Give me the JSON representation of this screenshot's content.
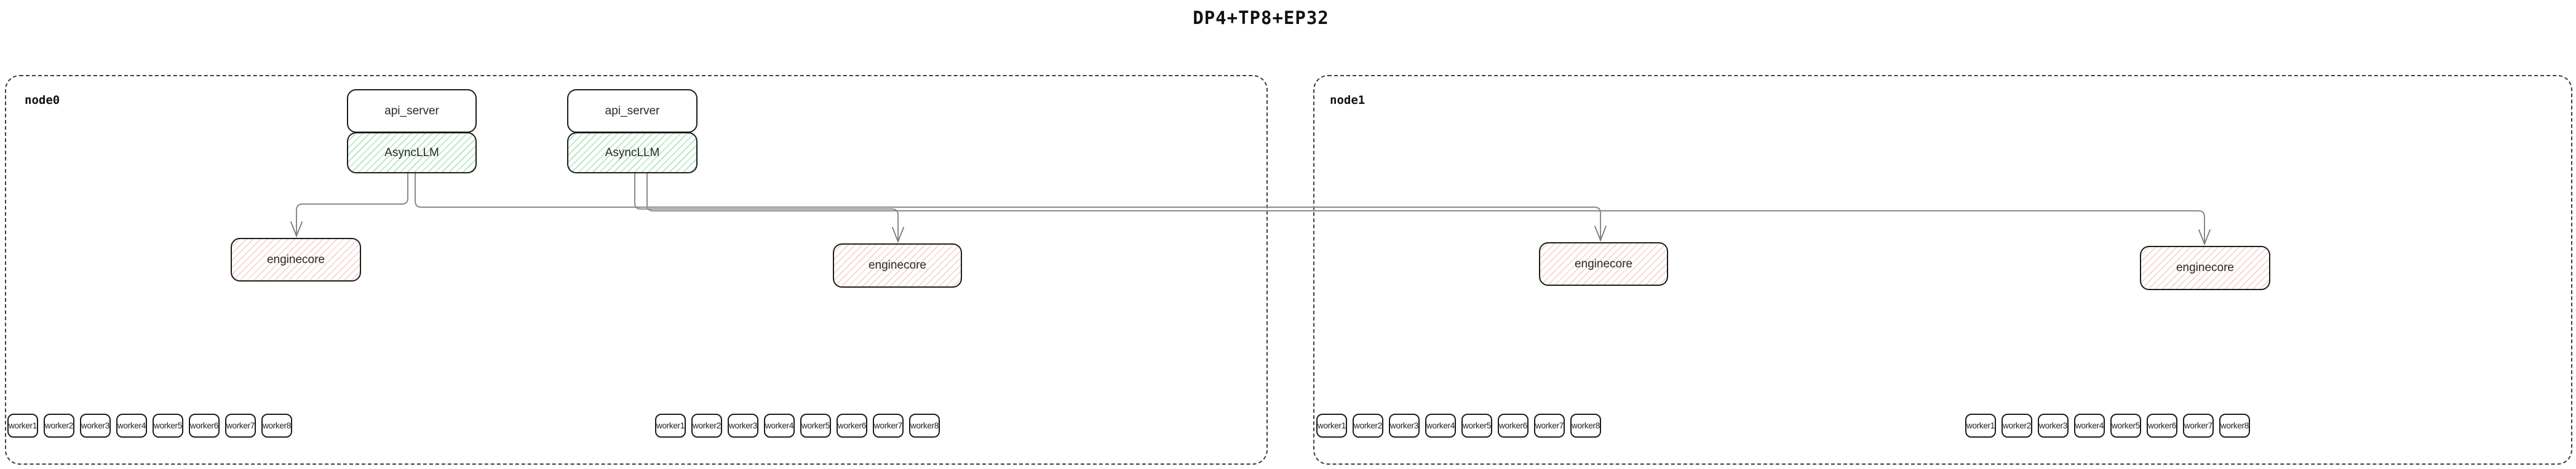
{
  "title": "DP4+TP8+EP32",
  "colors": {
    "async_llm_hatch": "#6ecd87",
    "enginecore_hatch": "#eb8278",
    "edge_line": "#8a8a8a",
    "box_border": "#1c1c1c"
  },
  "nodes": [
    {
      "label": "node0",
      "servers": [
        {
          "api_server": "api_server",
          "async_llm": "AsyncLLM"
        },
        {
          "api_server": "api_server",
          "async_llm": "AsyncLLM"
        }
      ],
      "enginecores": [
        "enginecore",
        "enginecore"
      ],
      "worker_rows": [
        [
          "worker1",
          "worker2",
          "worker3",
          "worker4",
          "worker5",
          "worker6",
          "worker7",
          "worker8"
        ],
        [
          "worker1",
          "worker2",
          "worker3",
          "worker4",
          "worker5",
          "worker6",
          "worker7",
          "worker8"
        ]
      ]
    },
    {
      "label": "node1",
      "enginecores": [
        "enginecore",
        "enginecore"
      ],
      "worker_rows": [
        [
          "worker1",
          "worker2",
          "worker3",
          "worker4",
          "worker5",
          "worker6",
          "worker7",
          "worker8"
        ],
        [
          "worker1",
          "worker2",
          "worker3",
          "worker4",
          "worker5",
          "worker6",
          "worker7",
          "worker8"
        ]
      ]
    }
  ]
}
